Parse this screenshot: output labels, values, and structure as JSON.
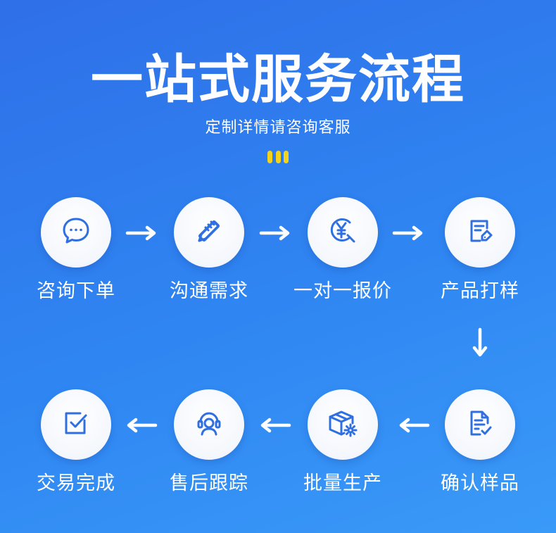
{
  "header": {
    "title": "一站式服务流程",
    "subtitle": "定制详情请咨询客服"
  },
  "colors": {
    "accent": "#f5d21b",
    "icon": "#2f6fe0",
    "background_start": "#2f6fe8",
    "background_end": "#3a9af8"
  },
  "steps": [
    {
      "label": "咨询下单",
      "icon": "chat-bubble-icon"
    },
    {
      "label": "沟通需求",
      "icon": "pencil-ruler-icon"
    },
    {
      "label": "一对一报价",
      "icon": "yen-search-icon"
    },
    {
      "label": "产品打样",
      "icon": "document-tag-icon"
    },
    {
      "label": "确认样品",
      "icon": "document-check-icon"
    },
    {
      "label": "批量生产",
      "icon": "box-gear-icon"
    },
    {
      "label": "售后跟踪",
      "icon": "headset-user-icon"
    },
    {
      "label": "交易完成",
      "icon": "checkbox-icon"
    }
  ]
}
